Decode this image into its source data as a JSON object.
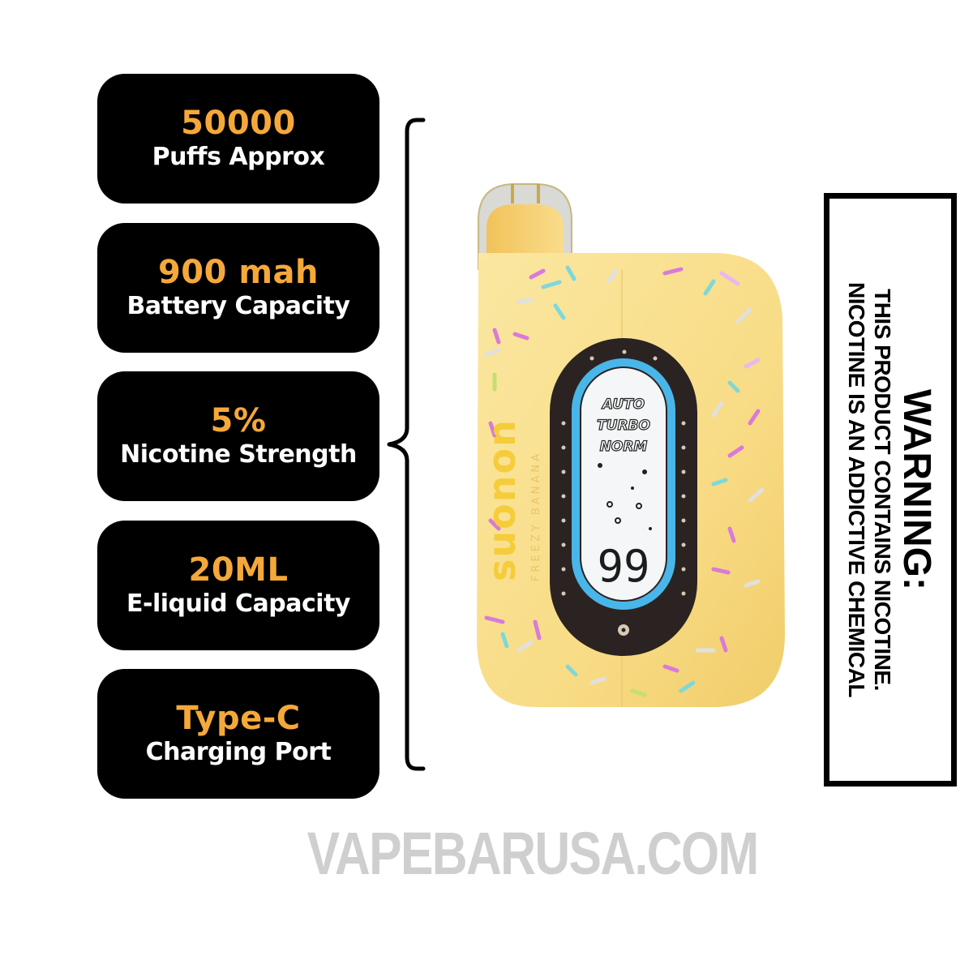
{
  "specs": [
    {
      "value": "50000",
      "label": "Puffs Approx"
    },
    {
      "value": "900 mah",
      "label": "Battery Capacity"
    },
    {
      "value": "5%",
      "label": "Nicotine Strength"
    },
    {
      "value": "20ML",
      "label": "E-liquid Capacity"
    },
    {
      "value": "Type-C",
      "label": "Charging Port"
    }
  ],
  "device": {
    "brand": "suonon",
    "flavor": "FREEZY BANANA",
    "screen_modes": [
      "AUTO",
      "TURBO",
      "NORM"
    ],
    "screen_number": "99",
    "body_color": "#f8dc86",
    "screen_glow_color": "#4cc6ff"
  },
  "warning": {
    "title": "WARNING:",
    "line1": "THIS PRODUCT CONTAINS NICOTINE.",
    "line2": "NICOTINE IS AN ADDICTIVE CHEMICAL"
  },
  "watermark": "VAPEBARUSA.COM",
  "colors": {
    "accent": "#f5a83a",
    "card_bg": "#000000",
    "watermark": "#cfcfcf"
  }
}
